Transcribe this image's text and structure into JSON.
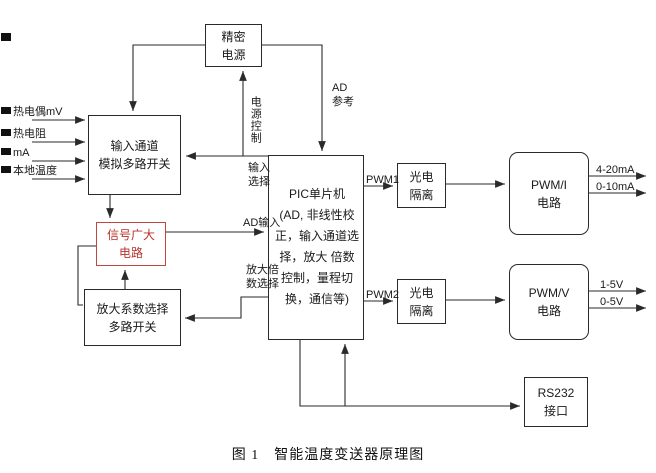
{
  "caption": "图 1　智能温度变送器原理图",
  "inputs": [
    "热电偶mV",
    "热电阻",
    "mA",
    "本地温度"
  ],
  "boxes": {
    "power": {
      "l1": "精密",
      "l2": "电源"
    },
    "input_switch": {
      "l1": "输入通道",
      "l2": "模拟多路开关"
    },
    "signal_amp": {
      "l1": "信号广大",
      "l2": "电路"
    },
    "gain_switch": {
      "l1": "放大系数选择",
      "l2": "多路开关"
    },
    "pic": {
      "l1": "PIC单片机",
      "l2": "(AD, 非线性校",
      "l3": "正，输入通道选",
      "l4": "择，放大 倍数",
      "l5": "控制，量程切",
      "l6": "换，通信等)"
    },
    "opto1": {
      "l1": "光电",
      "l2": "隔离"
    },
    "opto2": {
      "l1": "光电",
      "l2": "隔离"
    },
    "pwm_i": {
      "l1": "PWM/I",
      "l2": "电路"
    },
    "pwm_v": {
      "l1": "PWM/V",
      "l2": "电路"
    },
    "rs232": {
      "l1": "RS232",
      "l2": "接口"
    }
  },
  "labels": {
    "power_ctrl": "电源控制",
    "ad_ref_1": "AD",
    "ad_ref_2": "参考",
    "input_sel_1": "输入",
    "input_sel_2": "选择",
    "ad_in": "AD输入",
    "gain_sel_1": "放大倍",
    "gain_sel_2": "数选择",
    "pwm1": "PWM1",
    "pwm2": "PWM2",
    "out_420": "4-20mA",
    "out_010": "0-10mA",
    "out_15": "1-5V",
    "out_05": "0-5V"
  },
  "colors": {
    "line": "#2a2a2a",
    "highlight": "#b7332c"
  }
}
